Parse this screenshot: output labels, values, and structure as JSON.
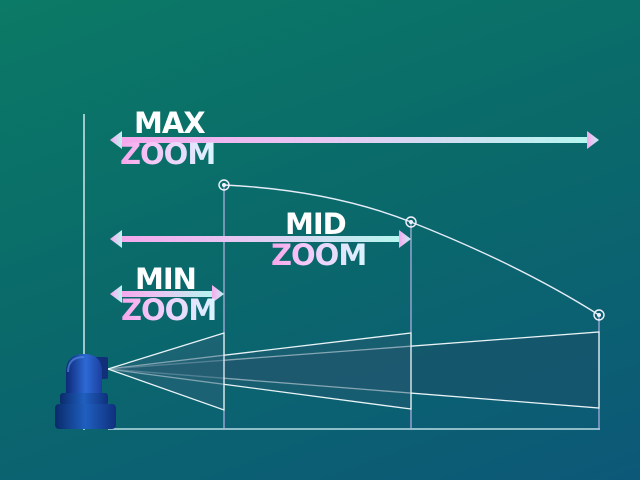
{
  "labels": {
    "max": {
      "line1": "MAX",
      "line2": "ZOOM"
    },
    "mid": {
      "line1": "MID",
      "line2": "ZOOM"
    },
    "min": {
      "line1": "MIN",
      "line2": "ZOOM"
    }
  },
  "colors": {
    "arrow_start": "#f5a8ec",
    "arrow_end": "#b6f6ef",
    "guide_line": "#c9c3ee",
    "cone_fill": "#1e5168",
    "cone_stroke": "#e8f3f6",
    "camera_dark": "#0d2877",
    "camera_light": "#2f73d9"
  },
  "icons": {
    "camera": "security-camera-icon"
  }
}
